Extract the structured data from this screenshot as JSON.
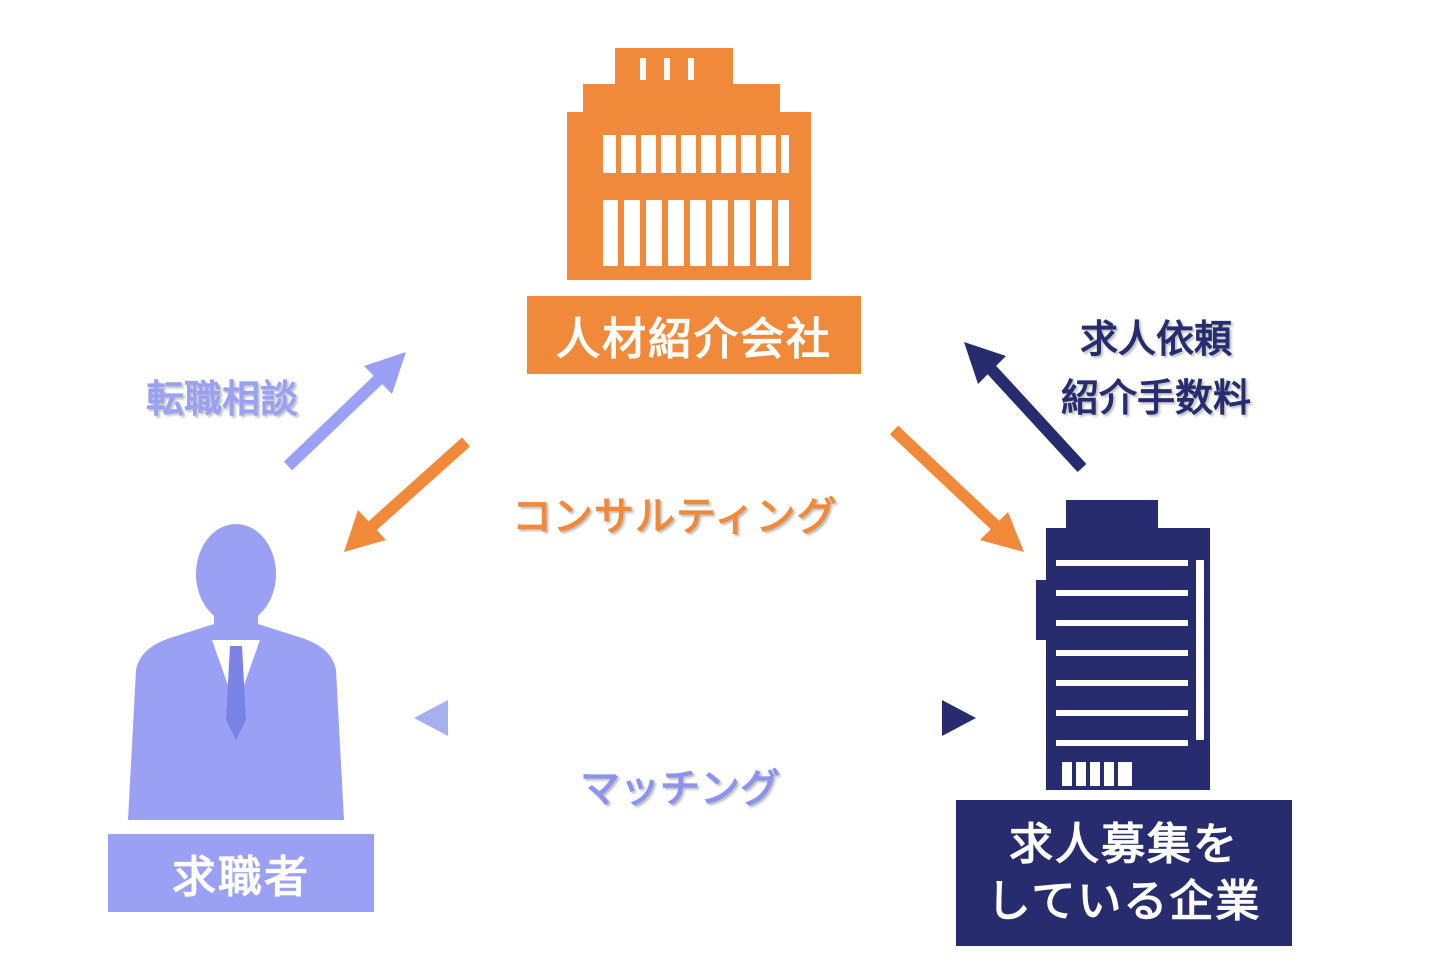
{
  "nodes": {
    "agency": {
      "label": "人材紹介会社",
      "color": "#f08a3a"
    },
    "seeker": {
      "label": "求職者",
      "color": "#9aa0f4"
    },
    "company": {
      "label_line1": "求人募集を",
      "label_line2": "している企業",
      "color": "#262c6e"
    }
  },
  "edges": {
    "consulting": "コンサルティング",
    "career_consult": "転職相談",
    "request_line1": "求人依頼",
    "request_line2": "紹介手数料",
    "matching": "マッチング"
  },
  "colors": {
    "orange": "#f08a3a",
    "lavender": "#9aa0f4",
    "navy": "#262c6e"
  }
}
